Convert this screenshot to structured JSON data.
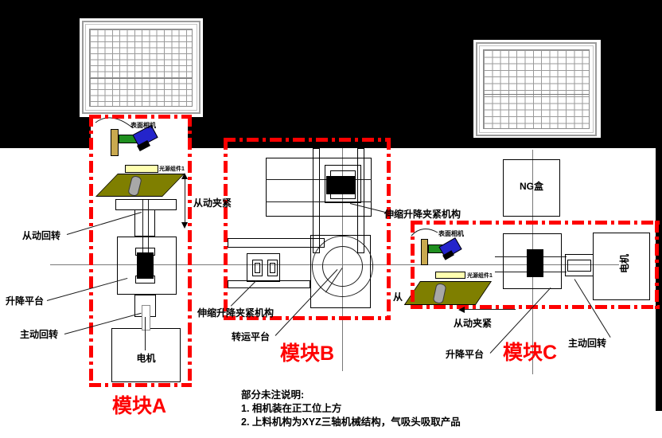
{
  "labels": {
    "surface_camera": "表面相机",
    "light_component": "光源组件1",
    "driven_clamp": "从动夹紧",
    "driven_rotation": "从动回转",
    "lift_platform": "升降平台",
    "active_rotation": "主动回转",
    "motor": "电机",
    "telescopic_lift_clamp": "伸缩升降夹紧机构",
    "transfer_platform": "转运平台",
    "ng_box": "NG盒",
    "partial_label": "从"
  },
  "modules": {
    "a": {
      "title": "模块A"
    },
    "b": {
      "title": "模块B"
    },
    "c": {
      "title": "模块C"
    }
  },
  "notes": {
    "heading": "部分未注说明:",
    "line1": "1. 相机装在正工位上方",
    "line2": "2. 上料机构为XYZ三轴机械结构，气吸头吸取产品"
  },
  "colors": {
    "accent_red": "#fe0000",
    "plate_olive": "#7f7f00",
    "camera_blue": "#2424cb",
    "arm_green": "#1f8f1f",
    "post_tan": "#c9a94f",
    "light_yellow": "#ffffb0",
    "axis_gray": "#787878",
    "clamp_black": "#000000"
  }
}
